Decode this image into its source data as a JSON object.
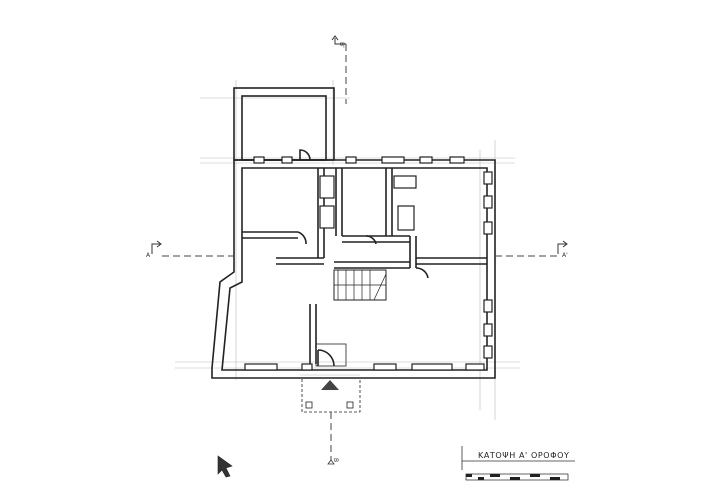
{
  "drawing": {
    "title": "ΚΑΤΟΨΗ Α' ΟΡΟΦΟΥ",
    "section_labels": {
      "a_left": "A",
      "a_right": "A'",
      "b_bottom": "B",
      "b_top": "B'"
    }
  }
}
